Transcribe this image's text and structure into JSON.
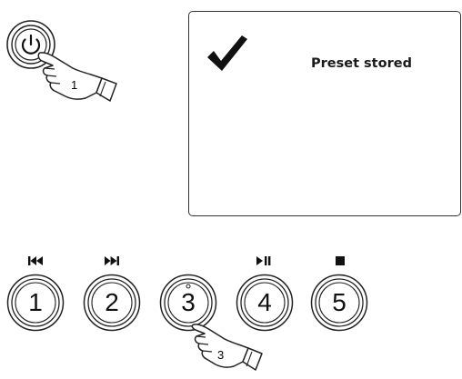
{
  "power": {
    "icon": "power-icon",
    "step_label": "1"
  },
  "display": {
    "icon": "checkmark-icon",
    "message": "Preset stored"
  },
  "presets": [
    {
      "number": "1",
      "icon": "skip-back-icon"
    },
    {
      "number": "2",
      "icon": "skip-forward-icon"
    },
    {
      "number": "3",
      "icon": ""
    },
    {
      "number": "4",
      "icon": "play-pause-icon"
    },
    {
      "number": "5",
      "icon": "stop-icon"
    }
  ],
  "press_step_label": "3"
}
